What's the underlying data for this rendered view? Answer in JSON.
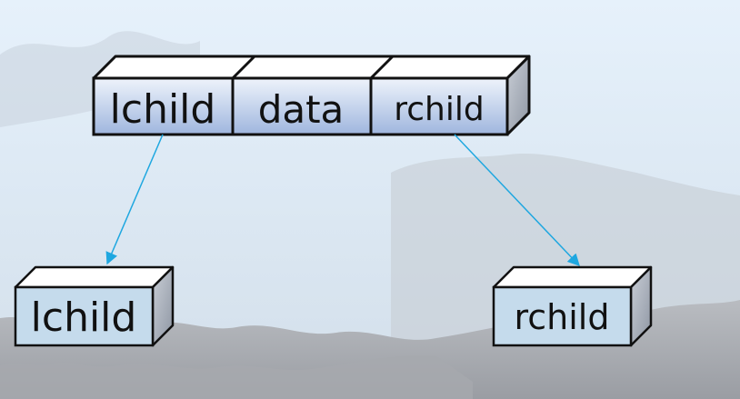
{
  "diagram": {
    "node_parent": {
      "fields": [
        "lchild",
        "data",
        "rchild"
      ]
    },
    "node_left": {
      "label": "lchild"
    },
    "node_right": {
      "label": "rchild"
    },
    "colors": {
      "box_front_top": "#eef3fb",
      "box_front_bottom": "#9fb6de",
      "box_top_face": "#ffffff",
      "box_side_face": "#a9b0bb",
      "child_box_face": "#c5dbec",
      "outline": "#111111",
      "arrow": "#1ea7e0"
    }
  }
}
